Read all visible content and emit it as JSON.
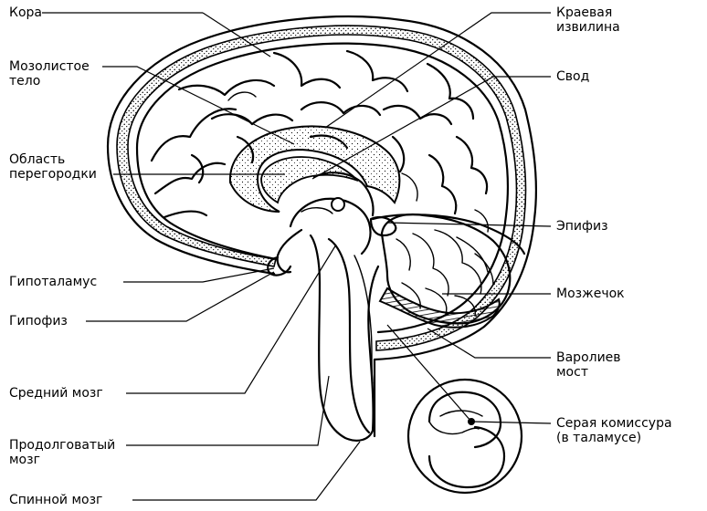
{
  "labels": {
    "kora": "Кора",
    "kraevaya_1": "Краевая",
    "kraevaya_2": "извилина",
    "mozolistoe_1": "Мозолистое",
    "mozolistoe_2": "тело",
    "svod": "Свод",
    "oblast_1": "Область",
    "oblast_2": "перегородки",
    "epifiz": "Эпифиз",
    "gipotalamus": "Гипоталамус",
    "mozzhechok": "Мозжечок",
    "gipofiz": "Гипофиз",
    "varoliev_1": "Варолиев",
    "varoliev_2": "мост",
    "sredniy": "Средний мозг",
    "seraya_1": "Серая комиссура",
    "seraya_2": "(в таламусе)",
    "prodolgovaty_1": "Продолговатый",
    "prodolgovaty_2": "мозг",
    "spinnoy": "Спинной мозг"
  }
}
